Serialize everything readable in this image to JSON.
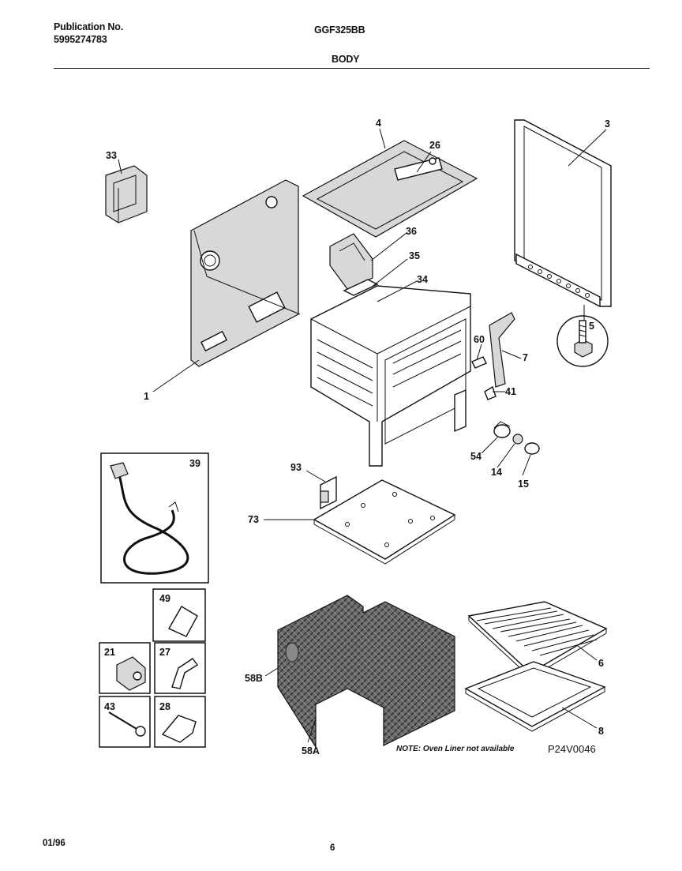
{
  "header": {
    "publication_label": "Publication No.",
    "publication_number": "5995274783",
    "model": "GGF325BB",
    "section": "BODY"
  },
  "callouts": {
    "c1": "1",
    "c3": "3",
    "c4": "4",
    "c5": "5",
    "c6": "6",
    "c7": "7",
    "c8": "8",
    "c14": "14",
    "c15": "15",
    "c21": "21",
    "c26": "26",
    "c27": "27",
    "c28": "28",
    "c33": "33",
    "c34": "34",
    "c35": "35",
    "c36": "36",
    "c39": "39",
    "c41": "41",
    "c43": "43",
    "c49": "49",
    "c54": "54",
    "c58a": "58A",
    "c58b": "58B",
    "c60": "60",
    "c73": "73",
    "c93": "93"
  },
  "note": "NOTE: Oven Liner not available",
  "drawing_code": "P24V0046",
  "footer": {
    "date": "01/96",
    "page": "6"
  }
}
